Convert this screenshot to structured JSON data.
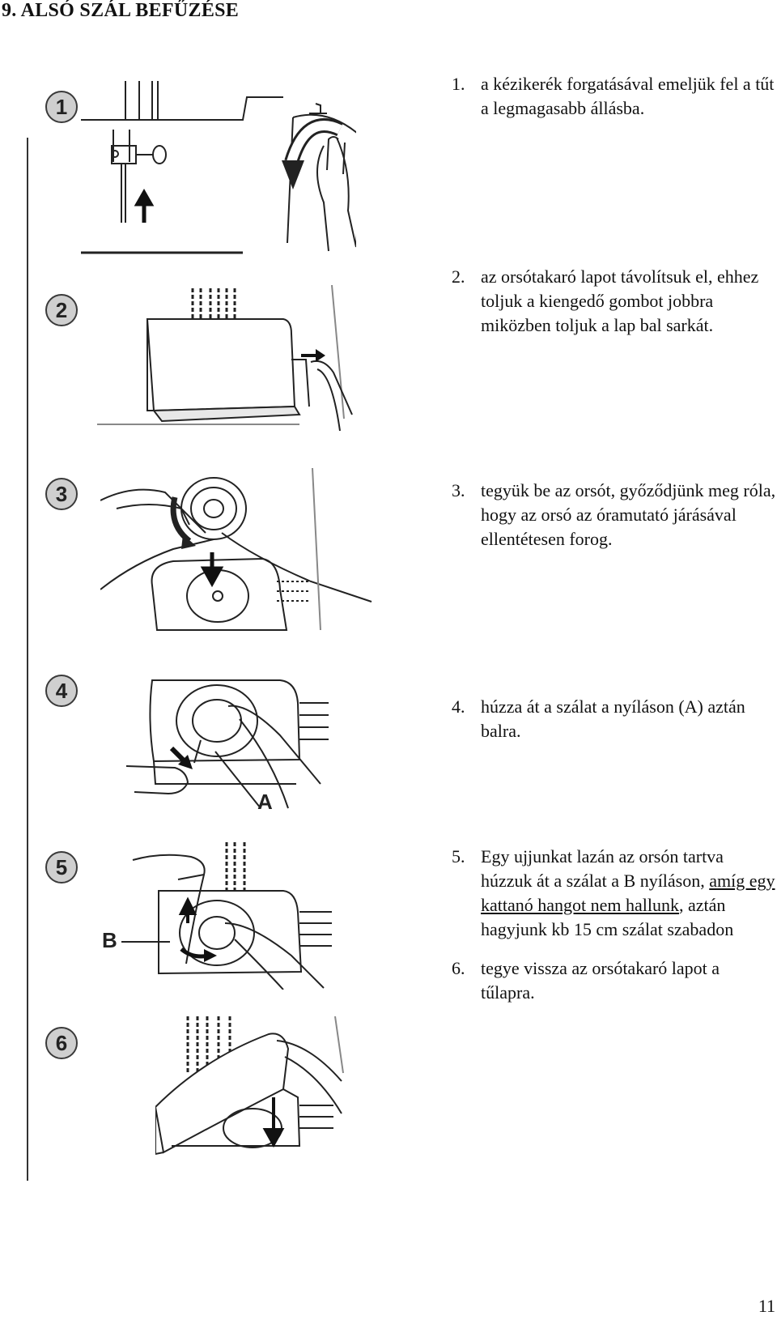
{
  "title": "9. ALSÓ SZÁL BEFŰZÉSE",
  "steps": [
    {
      "badge": "1",
      "num": "1.",
      "text": "a kézikerék forgatásával emeljük fel a tűt a legmagasabb állásba."
    },
    {
      "badge": "2",
      "num": "2.",
      "text": "az orsótakaró lapot távolítsuk el, ehhez toljuk a kiengedő gombot jobbra miközben toljuk a lap bal sarkát."
    },
    {
      "badge": "3",
      "num": "3.",
      "text": "tegyük be az orsót, győződjünk meg róla, hogy az orsó az óramutató járásával ellentétesen forog."
    },
    {
      "badge": "4",
      "num": "4.",
      "text": "húzza át a szálat a nyíláson (A) aztán balra."
    },
    {
      "badge": "5",
      "num": "5.",
      "text_a": "Egy ujjunkat lazán az orsón tartva húzzuk át a szálat a B nyíláson, ",
      "text_u": "amíg egy kattanó hangot nem hallunk",
      "text_b": ",  aztán hagyjunk kb 15 cm szálat szabadon"
    },
    {
      "badge": "6",
      "num": "6.",
      "text": "tegye vissza az orsótakaró lapot a tűlapra."
    }
  ],
  "labels": {
    "a": "A",
    "b": "B"
  },
  "page_number": "11"
}
